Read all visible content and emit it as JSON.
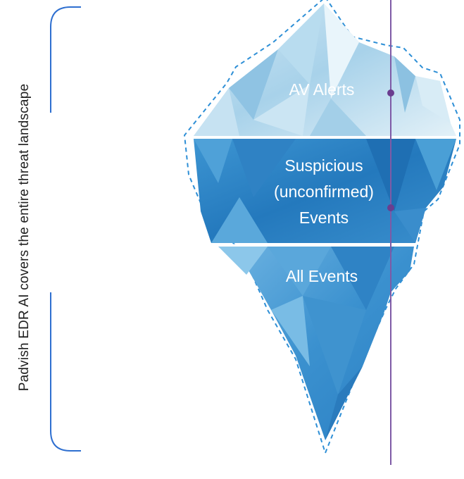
{
  "side_caption": "Padvish EDR AI covers the entire threat landscape",
  "layers": {
    "top": "AV Alerts",
    "middle_line1": "Suspicious",
    "middle_line2": "(unconfirmed)",
    "middle_line3": "Events",
    "bottom": "All Events"
  },
  "colors": {
    "bracket": "#2e6fd0",
    "dashed_outline": "#2e8fd6",
    "marker_line": "#7e5aa6",
    "marker_dot": "#6a3d8f",
    "ice_top_light": "#d6eaf5",
    "ice_top_mid": "#9fcbe6",
    "ice_middle": "#2b86c7",
    "ice_bottom": "#4aa0d8"
  }
}
